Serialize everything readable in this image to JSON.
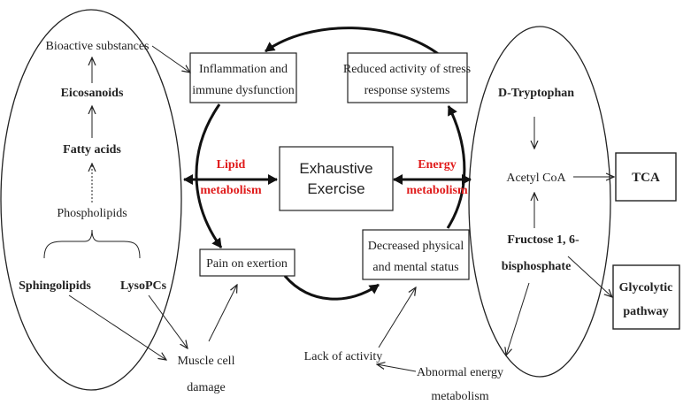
{
  "center": {
    "line1": "Exhaustive",
    "line2": "Exercise"
  },
  "cycle": {
    "inflammation": [
      "Inflammation and",
      "immune dysfunction"
    ],
    "stress": [
      "Reduced activity of stress",
      "response systems"
    ],
    "decreased": [
      "Decreased physical",
      "and mental status"
    ],
    "pain": "Pain on exertion"
  },
  "lipid": {
    "label": [
      "Lipid",
      "metabolism"
    ],
    "bioactive": "Bioactive substances",
    "eicosanoids": "Eicosanoids",
    "fatty_acids": "Fatty acids",
    "phospholipids": "Phospholipids",
    "sphingolipids": "Sphingolipids",
    "lysopcs": "LysoPCs"
  },
  "energy": {
    "label": [
      "Energy",
      "metabolism"
    ],
    "tryptophan": "D-Tryptophan",
    "acetyl": "Acetyl CoA",
    "fructose": [
      "Fructose 1, 6-",
      "bisphosphate"
    ],
    "tca": "TCA",
    "glycolytic": [
      "Glycolytic",
      "pathway"
    ]
  },
  "bottom": {
    "muscle": [
      "Muscle cell",
      "damage"
    ],
    "lack": "Lack of activity",
    "abnormal": [
      "Abnormal energy",
      "metabolism"
    ]
  }
}
